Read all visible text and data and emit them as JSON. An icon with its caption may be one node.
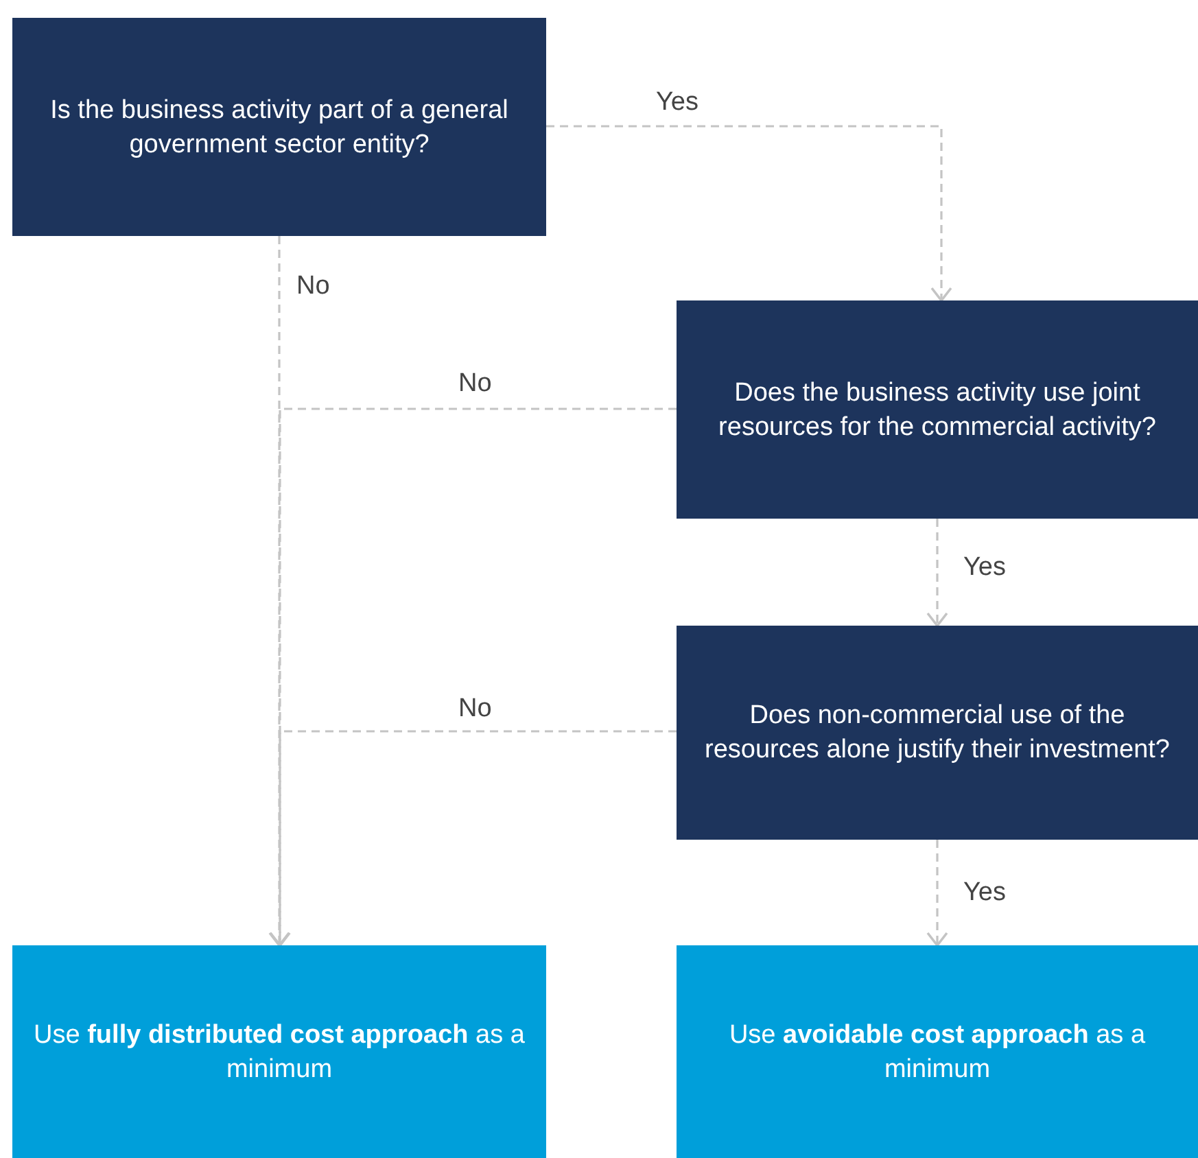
{
  "diagram": {
    "nodes": [
      {
        "text": [
          "Is the business activity part of a general government sector entity?"
        ]
      },
      {
        "text": [
          "Does the business activity use joint resources for the commercial activity?"
        ]
      },
      {
        "text": [
          "Does non-commercial use of the resources alone justify their investment?"
        ]
      },
      {
        "text": [
          "Use **fully distributed cost approach** as a minimum"
        ]
      },
      {
        "text": [
          "Use **avoidable cost approach** as a minimum"
        ]
      }
    ],
    "edges": [
      {
        "from": 0,
        "to": 1,
        "arrow": "to",
        "label": "Yes",
        "style": "dashed"
      },
      {
        "from": 0,
        "to": 3,
        "arrow": "to",
        "label": "No",
        "style": "dashed"
      },
      {
        "from": 1,
        "to": 3,
        "arrow": "to",
        "label": "No",
        "style": "dashed"
      },
      {
        "from": 1,
        "to": 2,
        "arrow": "to",
        "label": "Yes",
        "style": "dashed"
      },
      {
        "from": 2,
        "to": 3,
        "arrow": "to",
        "label": "No",
        "style": "dashed"
      },
      {
        "from": 2,
        "to": 4,
        "arrow": "to",
        "label": "Yes",
        "style": "dashed"
      }
    ]
  }
}
